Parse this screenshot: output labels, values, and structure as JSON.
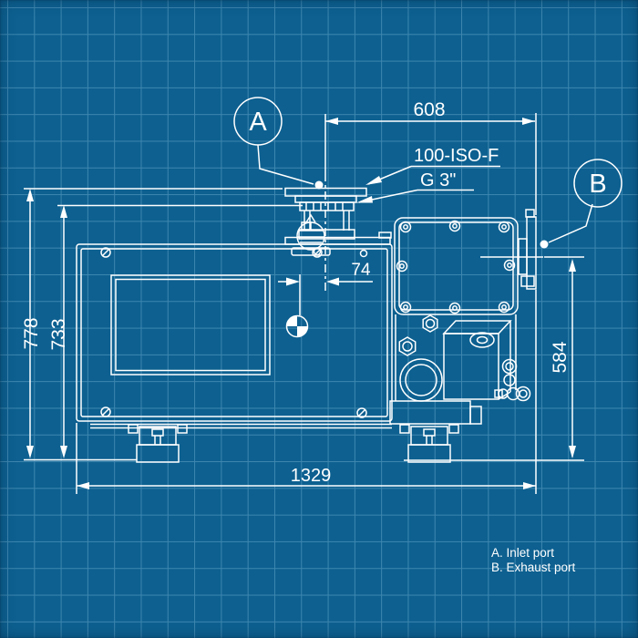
{
  "callouts": {
    "a": {
      "label": "A"
    },
    "b": {
      "label": "B"
    }
  },
  "dimensions": {
    "top_width": "608",
    "inlet_flange_type": "100-ISO-F",
    "inlet_thread": "G 3\"",
    "cg_offset": "74",
    "overall_height": "778",
    "body_height": "733",
    "exhaust_height": "584",
    "overall_length": "1329"
  },
  "legend": {
    "line_a": "A. Inlet port",
    "line_b": "B. Exhaust port"
  },
  "colors": {
    "background": "#0d6090",
    "grid_line": "#3e87b0",
    "drawing_line": "#ffffff"
  }
}
